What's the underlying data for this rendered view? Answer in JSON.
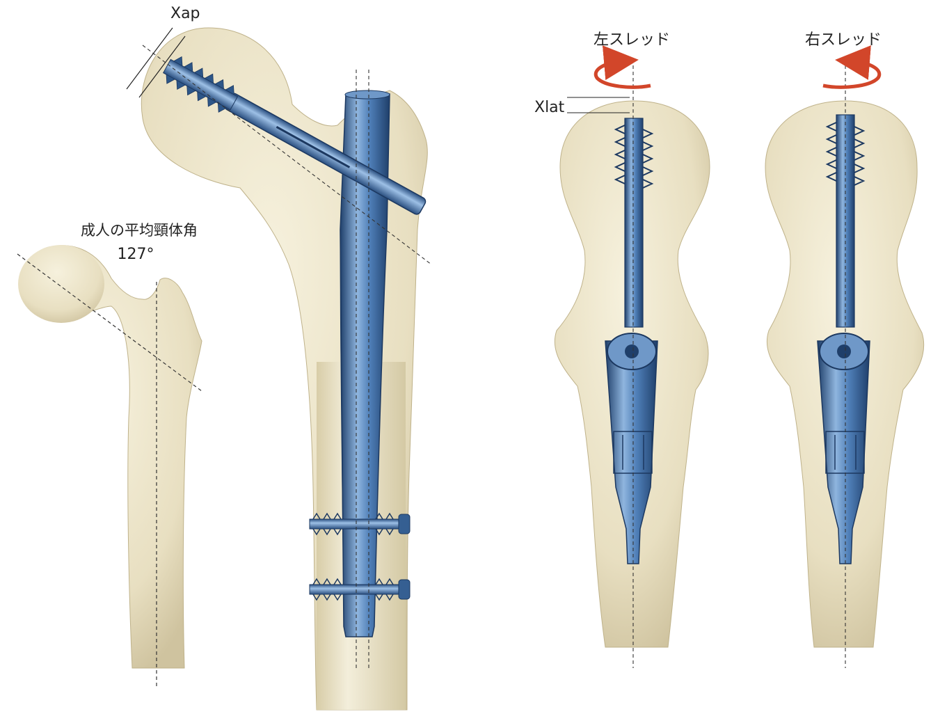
{
  "labels": {
    "xap": "Xap",
    "xlat": "Xlat",
    "angle_title": "成人の平均頸体角",
    "angle_value": "127°",
    "left_sled": "左スレッド",
    "right_sled": "右スレッド"
  },
  "colors": {
    "bone": "#ece4c8",
    "bone_shadow": "#c8bc98",
    "implant": "#3f6fa8",
    "implant_dark": "#1f3f6a",
    "implant_light": "#8fb5de",
    "arrow": "#d2462a",
    "guide_line": "#333333"
  },
  "icons": {
    "rotation_left": "counterclockwise-arrow-icon",
    "rotation_right": "clockwise-arrow-icon"
  }
}
